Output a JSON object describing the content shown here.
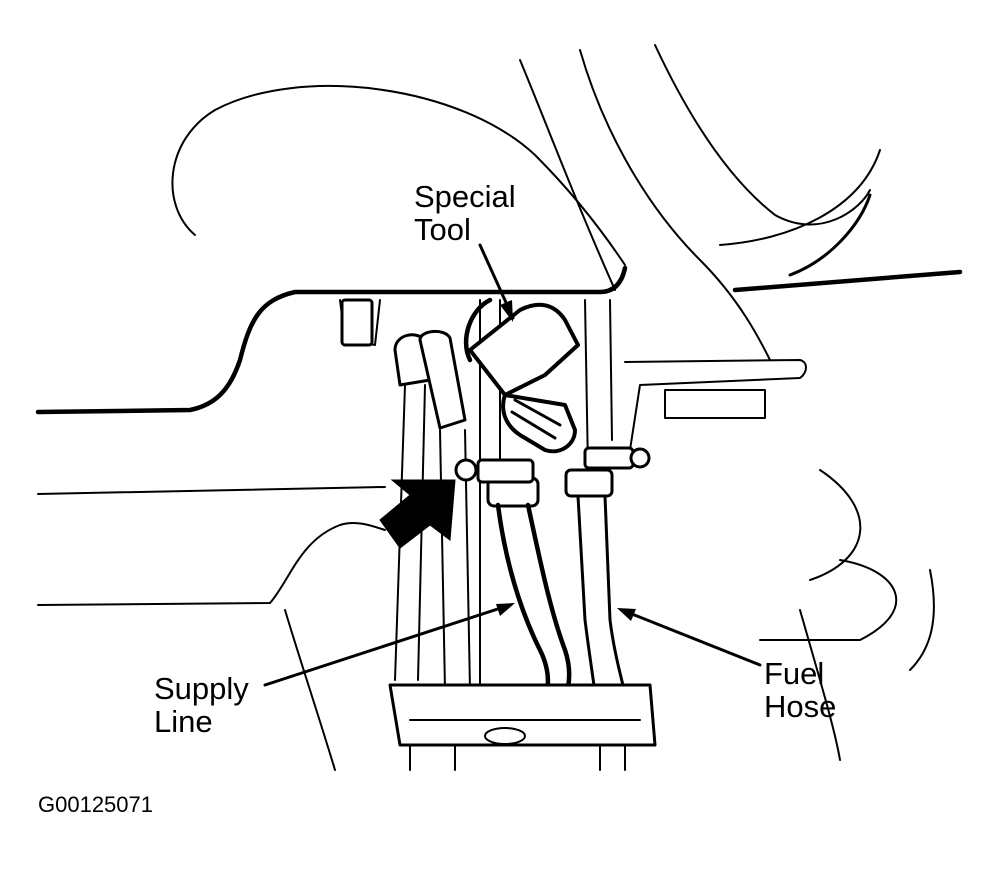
{
  "labels": {
    "special_tool": "Special\nTool",
    "supply_line": "Supply\nLine",
    "fuel_hose": "Fuel\nHose"
  },
  "figure_id": "G00125071",
  "colors": {
    "ink": "#000000",
    "paper": "#ffffff"
  }
}
